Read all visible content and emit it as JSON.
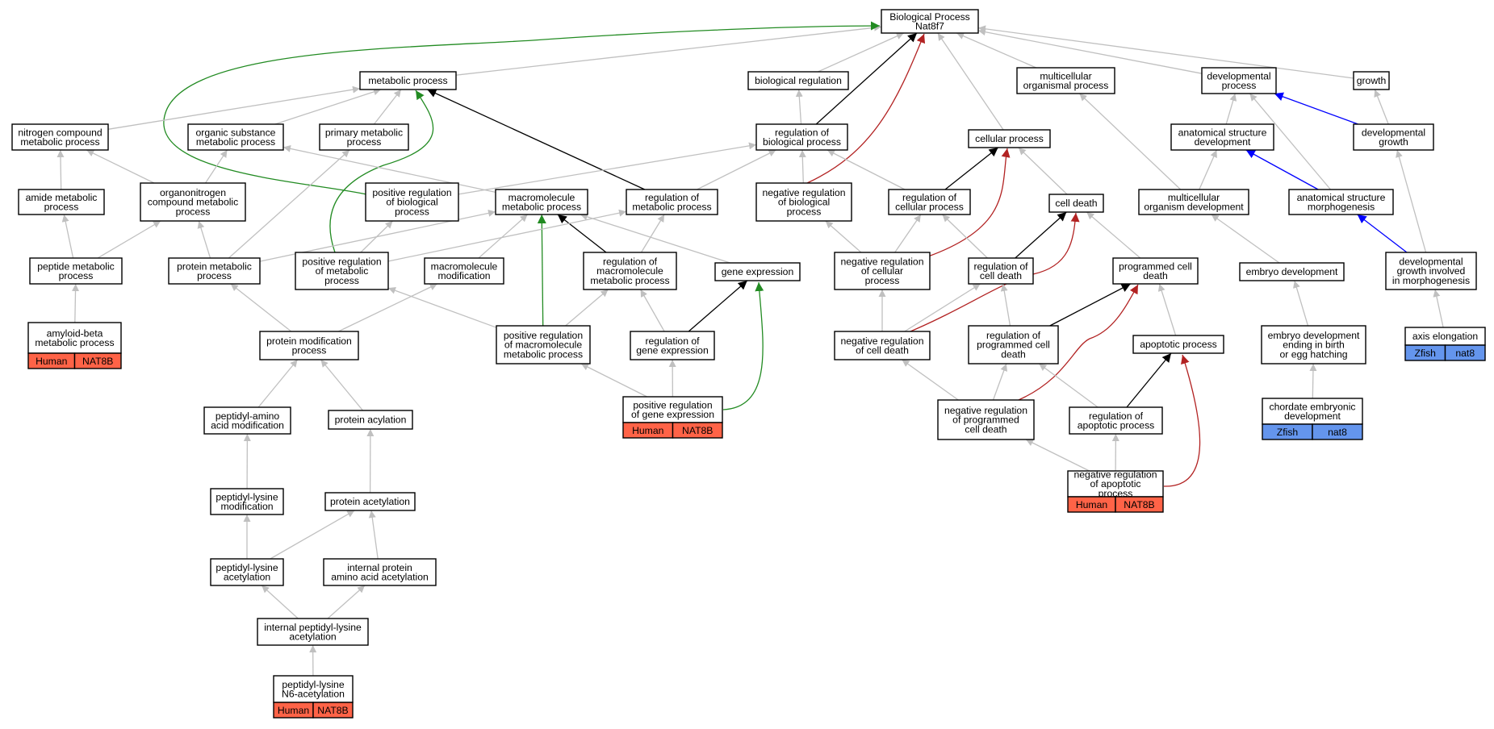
{
  "colors": {
    "gray": "#c0c0c0",
    "black": "#000000",
    "green": "#228b22",
    "red": "#b22222",
    "blue": "#0000ff",
    "human": "#ff6347",
    "zfish": "#6495ed"
  },
  "nodes": [
    {
      "id": "bp",
      "lines": [
        "Biological Process",
        "Nat8f7"
      ]
    },
    {
      "id": "mp",
      "lines": [
        "metabolic process"
      ]
    },
    {
      "id": "breg",
      "lines": [
        "biological regulation"
      ]
    },
    {
      "id": "mop",
      "lines": [
        "multicellular",
        "organismal process"
      ]
    },
    {
      "id": "dp",
      "lines": [
        "developmental",
        "process"
      ]
    },
    {
      "id": "gr",
      "lines": [
        "growth"
      ]
    },
    {
      "id": "ncmp",
      "lines": [
        "nitrogen compound",
        "metabolic process"
      ]
    },
    {
      "id": "osmp",
      "lines": [
        "organic substance",
        "metabolic process"
      ]
    },
    {
      "id": "pmp1",
      "lines": [
        "primary metabolic",
        "process"
      ]
    },
    {
      "id": "rbp",
      "lines": [
        "regulation of",
        "biological process"
      ]
    },
    {
      "id": "cp",
      "lines": [
        "cellular process"
      ]
    },
    {
      "id": "asd",
      "lines": [
        "anatomical structure",
        "development"
      ]
    },
    {
      "id": "dg",
      "lines": [
        "developmental",
        "growth"
      ]
    },
    {
      "id": "amp",
      "lines": [
        "amide metabolic",
        "process"
      ]
    },
    {
      "id": "ocmp",
      "lines": [
        "organonitrogen",
        "compound metabolic",
        "process"
      ]
    },
    {
      "id": "prbp",
      "lines": [
        "positive regulation",
        "of biological",
        "process"
      ]
    },
    {
      "id": "mmp",
      "lines": [
        "macromolecule",
        "metabolic process"
      ]
    },
    {
      "id": "rmp",
      "lines": [
        "regulation of",
        "metabolic process"
      ]
    },
    {
      "id": "nrbp",
      "lines": [
        "negative regulation",
        "of biological",
        "process"
      ]
    },
    {
      "id": "rcp",
      "lines": [
        "regulation of",
        "cellular process"
      ]
    },
    {
      "id": "cd",
      "lines": [
        "cell death"
      ]
    },
    {
      "id": "mod",
      "lines": [
        "multicellular",
        "organism development"
      ]
    },
    {
      "id": "asm",
      "lines": [
        "anatomical structure",
        "morphogenesis"
      ]
    },
    {
      "id": "pepmp",
      "lines": [
        "peptide metabolic",
        "process"
      ]
    },
    {
      "id": "protmp",
      "lines": [
        "protein metabolic",
        "process"
      ]
    },
    {
      "id": "prmp",
      "lines": [
        "positive regulation",
        "of metabolic",
        "process"
      ]
    },
    {
      "id": "mmod",
      "lines": [
        "macromolecule",
        "modification"
      ]
    },
    {
      "id": "rmmp",
      "lines": [
        "regulation of",
        "macromolecule",
        "metabolic process"
      ]
    },
    {
      "id": "ge",
      "lines": [
        "gene expression"
      ]
    },
    {
      "id": "nrcp",
      "lines": [
        "negative regulation",
        "of cellular",
        "process"
      ]
    },
    {
      "id": "rcd",
      "lines": [
        "regulation of",
        "cell death"
      ]
    },
    {
      "id": "pcd",
      "lines": [
        "programmed cell",
        "death"
      ]
    },
    {
      "id": "ed",
      "lines": [
        "embryo development"
      ]
    },
    {
      "id": "dgim",
      "lines": [
        "developmental",
        "growth involved",
        "in morphogenesis"
      ]
    },
    {
      "id": "abmp",
      "lines": [
        "amyloid-beta",
        "metabolic process"
      ],
      "tags": [
        "Human",
        "NAT8B"
      ],
      "tagColor": "human"
    },
    {
      "id": "pmodp",
      "lines": [
        "protein modification",
        "process"
      ]
    },
    {
      "id": "prmmp",
      "lines": [
        "positive regulation",
        "of macromolecule",
        "metabolic process"
      ]
    },
    {
      "id": "rge",
      "lines": [
        "regulation of",
        "gene expression"
      ]
    },
    {
      "id": "nrcd",
      "lines": [
        "negative regulation",
        "of cell death"
      ]
    },
    {
      "id": "rpcd",
      "lines": [
        "regulation of",
        "programmed cell",
        "death"
      ]
    },
    {
      "id": "ap",
      "lines": [
        "apoptotic process"
      ]
    },
    {
      "id": "edeb",
      "lines": [
        "embryo development",
        "ending in birth",
        "or egg hatching"
      ]
    },
    {
      "id": "ae",
      "lines": [
        "axis elongation"
      ],
      "tags": [
        "Zfish",
        "nat8"
      ],
      "tagColor": "zfish"
    },
    {
      "id": "paam",
      "lines": [
        "peptidyl-amino",
        "acid modification"
      ]
    },
    {
      "id": "pacyl",
      "lines": [
        "protein acylation"
      ]
    },
    {
      "id": "prge",
      "lines": [
        "positive regulation",
        "of gene expression"
      ],
      "tags": [
        "Human",
        "NAT8B"
      ],
      "tagColor": "human"
    },
    {
      "id": "nrpcd",
      "lines": [
        "negative regulation",
        "of programmed",
        "cell death"
      ]
    },
    {
      "id": "rap",
      "lines": [
        "regulation of",
        "apoptotic process"
      ]
    },
    {
      "id": "ced",
      "lines": [
        "chordate embryonic",
        "development"
      ],
      "tags": [
        "Zfish",
        "nat8"
      ],
      "tagColor": "zfish"
    },
    {
      "id": "plm",
      "lines": [
        "peptidyl-lysine",
        "modification"
      ]
    },
    {
      "id": "pacet",
      "lines": [
        "protein acetylation"
      ]
    },
    {
      "id": "nrap",
      "lines": [
        "negative regulation",
        "of apoptotic",
        "process"
      ],
      "tags": [
        "Human",
        "NAT8B"
      ],
      "tagColor": "human"
    },
    {
      "id": "pla",
      "lines": [
        "peptidyl-lysine",
        "acetylation"
      ]
    },
    {
      "id": "ipaaa",
      "lines": [
        "internal protein",
        "amino acid acetylation"
      ]
    },
    {
      "id": "ipla",
      "lines": [
        "internal peptidyl-lysine",
        "acetylation"
      ]
    },
    {
      "id": "pln6",
      "lines": [
        "peptidyl-lysine",
        "N6-acetylation"
      ],
      "tags": [
        "Human",
        "NAT8B"
      ],
      "tagColor": "human"
    }
  ],
  "edges": [
    {
      "from": "mp",
      "to": "bp",
      "color": "gray"
    },
    {
      "from": "breg",
      "to": "bp",
      "color": "gray"
    },
    {
      "from": "mop",
      "to": "bp",
      "color": "gray"
    },
    {
      "from": "dp",
      "to": "bp",
      "color": "gray"
    },
    {
      "from": "gr",
      "to": "bp",
      "color": "gray"
    },
    {
      "from": "cp",
      "to": "bp",
      "color": "gray"
    },
    {
      "from": "rbp",
      "to": "bp",
      "color": "black"
    },
    {
      "from": "nrbp",
      "to": "bp",
      "color": "red"
    },
    {
      "from": "prbp",
      "to": "bp",
      "color": "green"
    },
    {
      "from": "ncmp",
      "to": "mp",
      "color": "gray"
    },
    {
      "from": "osmp",
      "to": "mp",
      "color": "gray"
    },
    {
      "from": "pmp1",
      "to": "mp",
      "color": "gray"
    },
    {
      "from": "rmp",
      "to": "mp",
      "color": "black"
    },
    {
      "from": "prmp",
      "to": "mp",
      "color": "green"
    },
    {
      "from": "rbp",
      "to": "breg",
      "color": "gray"
    },
    {
      "from": "mod",
      "to": "mop",
      "color": "gray"
    },
    {
      "from": "asd",
      "to": "dp",
      "color": "gray"
    },
    {
      "from": "dg",
      "to": "dp",
      "color": "blue"
    },
    {
      "from": "asm",
      "to": "dp",
      "color": "gray"
    },
    {
      "from": "dg",
      "to": "gr",
      "color": "gray"
    },
    {
      "from": "amp",
      "to": "ncmp",
      "color": "gray"
    },
    {
      "from": "ocmp",
      "to": "ncmp",
      "color": "gray"
    },
    {
      "from": "ocmp",
      "to": "osmp",
      "color": "gray"
    },
    {
      "from": "mmp",
      "to": "osmp",
      "color": "gray"
    },
    {
      "from": "protmp",
      "to": "pmp1",
      "color": "gray"
    },
    {
      "from": "prbp",
      "to": "rbp",
      "color": "gray"
    },
    {
      "from": "rmp",
      "to": "rbp",
      "color": "gray"
    },
    {
      "from": "nrbp",
      "to": "rbp",
      "color": "gray"
    },
    {
      "from": "rcp",
      "to": "rbp",
      "color": "gray"
    },
    {
      "from": "rcp",
      "to": "cp",
      "color": "black"
    },
    {
      "from": "nrcp",
      "to": "cp",
      "color": "red"
    },
    {
      "from": "cd",
      "to": "cp",
      "color": "gray"
    },
    {
      "from": "mod",
      "to": "asd",
      "color": "gray"
    },
    {
      "from": "asm",
      "to": "asd",
      "color": "blue"
    },
    {
      "from": "dgim",
      "to": "dg",
      "color": "gray"
    },
    {
      "from": "pepmp",
      "to": "amp",
      "color": "gray"
    },
    {
      "from": "pepmp",
      "to": "ocmp",
      "color": "gray"
    },
    {
      "from": "protmp",
      "to": "ocmp",
      "color": "gray"
    },
    {
      "from": "prmp",
      "to": "prbp",
      "color": "gray"
    },
    {
      "from": "protmp",
      "to": "mmp",
      "color": "gray"
    },
    {
      "from": "mmod",
      "to": "mmp",
      "color": "gray"
    },
    {
      "from": "rmmp",
      "to": "mmp",
      "color": "black"
    },
    {
      "from": "prmmp",
      "to": "mmp",
      "color": "green"
    },
    {
      "from": "ge",
      "to": "mmp",
      "color": "gray"
    },
    {
      "from": "prmp",
      "to": "rmp",
      "color": "gray"
    },
    {
      "from": "rmmp",
      "to": "rmp",
      "color": "gray"
    },
    {
      "from": "nrcp",
      "to": "nrbp",
      "color": "gray"
    },
    {
      "from": "nrcp",
      "to": "rcp",
      "color": "gray"
    },
    {
      "from": "rcd",
      "to": "rcp",
      "color": "gray"
    },
    {
      "from": "rcd",
      "to": "cd",
      "color": "black"
    },
    {
      "from": "nrcd",
      "to": "cd",
      "color": "red"
    },
    {
      "from": "pcd",
      "to": "cd",
      "color": "gray"
    },
    {
      "from": "ed",
      "to": "mod",
      "color": "gray"
    },
    {
      "from": "dgim",
      "to": "asm",
      "color": "blue"
    },
    {
      "from": "abmp",
      "to": "pepmp",
      "color": "gray"
    },
    {
      "from": "pmodp",
      "to": "protmp",
      "color": "gray"
    },
    {
      "from": "pmodp",
      "to": "mmod",
      "color": "gray"
    },
    {
      "from": "prmmp",
      "to": "prmp",
      "color": "gray"
    },
    {
      "from": "prmmp",
      "to": "rmmp",
      "color": "gray"
    },
    {
      "from": "rge",
      "to": "rmmp",
      "color": "gray"
    },
    {
      "from": "rge",
      "to": "ge",
      "color": "black"
    },
    {
      "from": "prge",
      "to": "ge",
      "color": "green"
    },
    {
      "from": "nrcd",
      "to": "nrcp",
      "color": "gray"
    },
    {
      "from": "nrcd",
      "to": "rcd",
      "color": "gray"
    },
    {
      "from": "rpcd",
      "to": "rcd",
      "color": "gray"
    },
    {
      "from": "rpcd",
      "to": "pcd",
      "color": "black"
    },
    {
      "from": "nrpcd",
      "to": "pcd",
      "color": "red"
    },
    {
      "from": "ap",
      "to": "pcd",
      "color": "gray"
    },
    {
      "from": "edeb",
      "to": "ed",
      "color": "gray"
    },
    {
      "from": "ae",
      "to": "dgim",
      "color": "gray"
    },
    {
      "from": "paam",
      "to": "pmodp",
      "color": "gray"
    },
    {
      "from": "pacyl",
      "to": "pmodp",
      "color": "gray"
    },
    {
      "from": "prge",
      "to": "prmmp",
      "color": "gray"
    },
    {
      "from": "prge",
      "to": "rge",
      "color": "gray"
    },
    {
      "from": "nrpcd",
      "to": "nrcd",
      "color": "gray"
    },
    {
      "from": "nrpcd",
      "to": "rpcd",
      "color": "gray"
    },
    {
      "from": "rap",
      "to": "rpcd",
      "color": "gray"
    },
    {
      "from": "rap",
      "to": "ap",
      "color": "black"
    },
    {
      "from": "nrap",
      "to": "ap",
      "color": "red"
    },
    {
      "from": "ced",
      "to": "edeb",
      "color": "gray"
    },
    {
      "from": "plm",
      "to": "paam",
      "color": "gray"
    },
    {
      "from": "pacet",
      "to": "pacyl",
      "color": "gray"
    },
    {
      "from": "nrap",
      "to": "nrpcd",
      "color": "gray"
    },
    {
      "from": "nrap",
      "to": "rap",
      "color": "gray"
    },
    {
      "from": "pla",
      "to": "plm",
      "color": "gray"
    },
    {
      "from": "pla",
      "to": "pacet",
      "color": "gray"
    },
    {
      "from": "ipaaa",
      "to": "pacet",
      "color": "gray"
    },
    {
      "from": "ipla",
      "to": "pla",
      "color": "gray"
    },
    {
      "from": "ipla",
      "to": "ipaaa",
      "color": "gray"
    },
    {
      "from": "pln6",
      "to": "ipla",
      "color": "gray"
    }
  ]
}
